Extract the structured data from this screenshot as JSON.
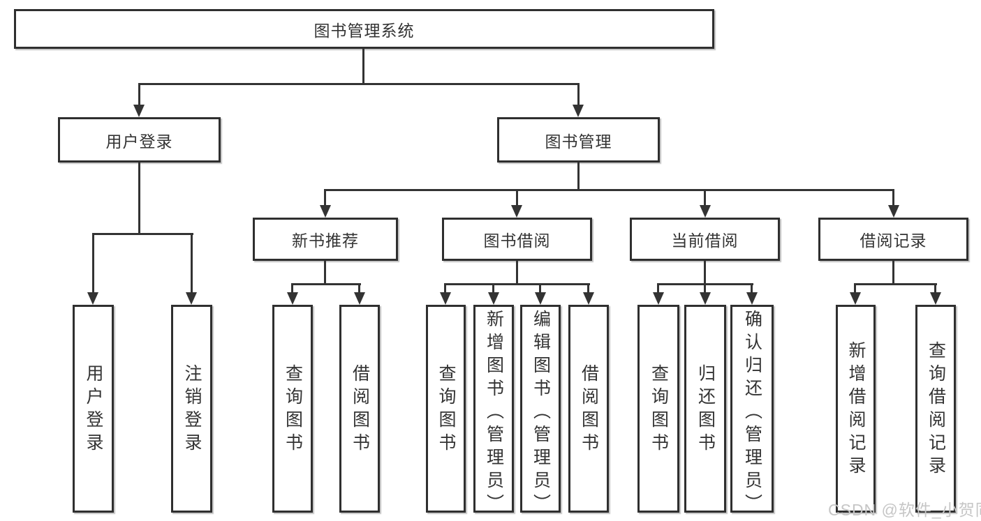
{
  "tree": {
    "root": {
      "label": "图书管理系统"
    },
    "branches": [
      {
        "label": "用户登录",
        "children": [
          {
            "label": "用户登录"
          },
          {
            "label": "注销登录"
          }
        ]
      },
      {
        "label": "图书管理",
        "children": [
          {
            "label": "新书推荐",
            "children": [
              {
                "label": "查询图书"
              },
              {
                "label": "借阅图书"
              }
            ]
          },
          {
            "label": "图书借阅",
            "children": [
              {
                "label": "查询图书"
              },
              {
                "label": "新增图书（管理员）"
              },
              {
                "label": "编辑图书（管理员）"
              },
              {
                "label": "借阅图书"
              }
            ]
          },
          {
            "label": "当前借阅",
            "children": [
              {
                "label": "查询图书"
              },
              {
                "label": "归还图书"
              },
              {
                "label": "确认归还（管理员）"
              }
            ]
          },
          {
            "label": "借阅记录",
            "children": [
              {
                "label": "新增借阅记录"
              },
              {
                "label": "查询借阅记录"
              }
            ]
          }
        ]
      }
    ]
  },
  "watermark": {
    "text": "CSDN @软件_小贺同学"
  },
  "colors": {
    "line": "#333333",
    "box_border": "#2f2f2f",
    "text": "#333333",
    "background": "#ffffff",
    "watermark": "#c6c6c6"
  }
}
